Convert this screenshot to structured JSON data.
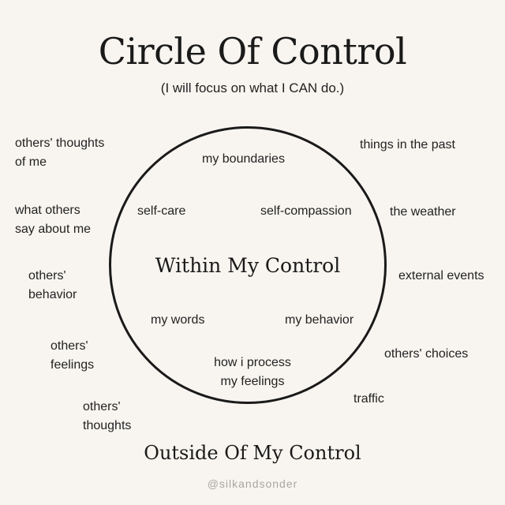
{
  "title": "Circle Of Control",
  "subtitle": "(I will focus on what I CAN do.)",
  "center_label": "Within My Control",
  "within_items": {
    "boundaries": "my boundaries",
    "self_care": "self-care",
    "self_compassion": "self-compassion",
    "words": "my words",
    "behavior": "my behavior",
    "process_line1": "how i process",
    "process_line2": "my feelings"
  },
  "outside_items": {
    "thoughts_of_me_line1": "others' thoughts",
    "thoughts_of_me_line2": "of me",
    "say_about_me_line1": "what others",
    "say_about_me_line2": "say about me",
    "others_behavior_line1": "others'",
    "others_behavior_line2": "behavior",
    "others_feelings_line1": "others'",
    "others_feelings_line2": "feelings",
    "others_thoughts_line1": "others'",
    "others_thoughts_line2": "thoughts",
    "past": "things in the past",
    "weather": "the weather",
    "external_events": "external events",
    "others_choices": "others' choices",
    "traffic": "traffic"
  },
  "outside_label": "Outside Of My Control",
  "handle": "@silkandsonder",
  "colors": {
    "background": "#f8f5f0",
    "text": "#1e1e1e",
    "handle": "#a9a69f"
  }
}
